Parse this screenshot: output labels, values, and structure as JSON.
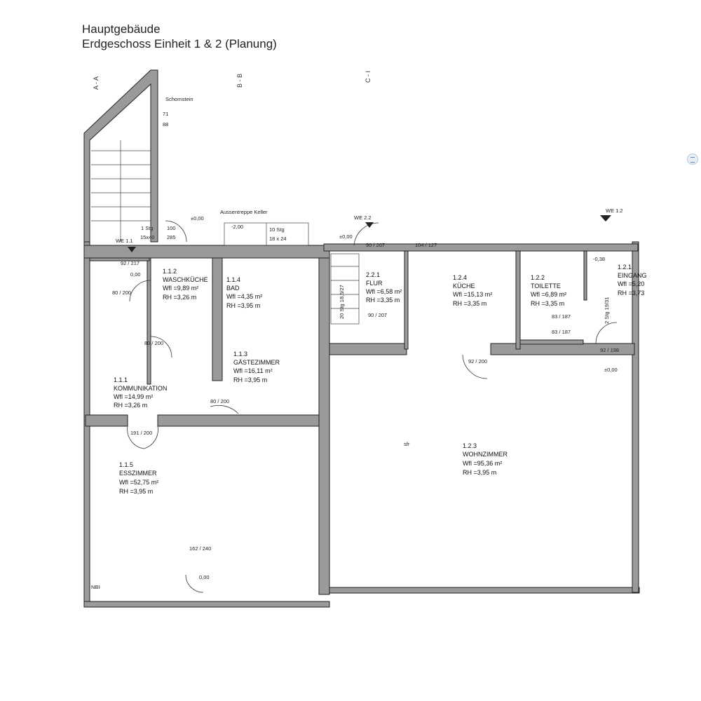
{
  "header": {
    "title_line1": "Hauptgebäude",
    "title_line2": "Erdgeschoss Einheit 1 & 2 (Planung)"
  },
  "sections": {
    "a": "A - A",
    "b": "B - B",
    "c": "C - I"
  },
  "annotations": {
    "schornstein": "Schornstein",
    "sch_71": "71",
    "sch_88": "88",
    "aussentreppe": "Aussentreppe Keller",
    "minus200": "-2,00",
    "stg10": "10 Stg",
    "stg10_dim": "18 x 24",
    "pm000_a": "±0,00",
    "pm000_b": "±0,00",
    "pm000_c": "±0,00",
    "zero_a": "0,00",
    "zero_b": "0,00",
    "minus038": "-0,38",
    "stg1": "1 Stg",
    "stg1_dim": "15x40",
    "d100": "100",
    "d285": "285",
    "we11": "WE 1.1",
    "we22": "WE 2.2",
    "we12": "WE 1.2",
    "d92_217": "92 / 217",
    "d80_200_a": "80 / 200",
    "d80_200_b": "80 / 200",
    "d80_200_c": "80 / 200",
    "d191_200": "191 / 200",
    "d162_240": "162 / 240",
    "d92_200": "92 / 200",
    "d83_187_a": "83 / 187",
    "d83_187_b": "83 / 187",
    "d90_207_a": "90 / 207",
    "d90_207_b": "90 / 207",
    "d104_127": "104 / 127",
    "d92_198": "92 / 198",
    "stg20": "20 Stg 18,5/27",
    "stg2": "2 Stg 19/31",
    "nbi": "NBI",
    "sfr": "sfr"
  },
  "rooms": [
    {
      "id": "1.1.1",
      "name": "KOMMUNIKATION",
      "area": "Wfl =14,99 m²",
      "height": "RH =3,26 m"
    },
    {
      "id": "1.1.2",
      "name": "WASCHKÜCHE",
      "area": "Wfl =9,89 m²",
      "height": "RH =3,26 m"
    },
    {
      "id": "1.1.3",
      "name": "GÄSTEZIMMER",
      "area": "Wfl =16,11 m²",
      "height": "RH =3,95 m"
    },
    {
      "id": "1.1.4",
      "name": "BAD",
      "area": "Wfl =4,35 m²",
      "height": "RH =3,95 m"
    },
    {
      "id": "1.1.5",
      "name": "ESSZIMMER",
      "area": "Wfl =52,75 m²",
      "height": "RH =3,95 m"
    },
    {
      "id": "2.2.1",
      "name": "FLUR",
      "area": "Wfl =6,58 m²",
      "height": "RH =3,35 m"
    },
    {
      "id": "1.2.4",
      "name": "KÜCHE",
      "area": "Wfl =15,13 m²",
      "height": "RH =3,35 m"
    },
    {
      "id": "1.2.2",
      "name": "TOILETTE",
      "area": "Wfl =6,89 m²",
      "height": "RH =3,35 m"
    },
    {
      "id": "1.2.1",
      "name": "EINGANG",
      "area": "Wfl =5,20",
      "height": "RH =3,73"
    },
    {
      "id": "1.2.3",
      "name": "WOHNZIMMER",
      "area": "Wfl =95,36 m²",
      "height": "RH =3,95 m"
    }
  ],
  "colors": {
    "wall": "#8a8a8a",
    "line": "#222222"
  }
}
